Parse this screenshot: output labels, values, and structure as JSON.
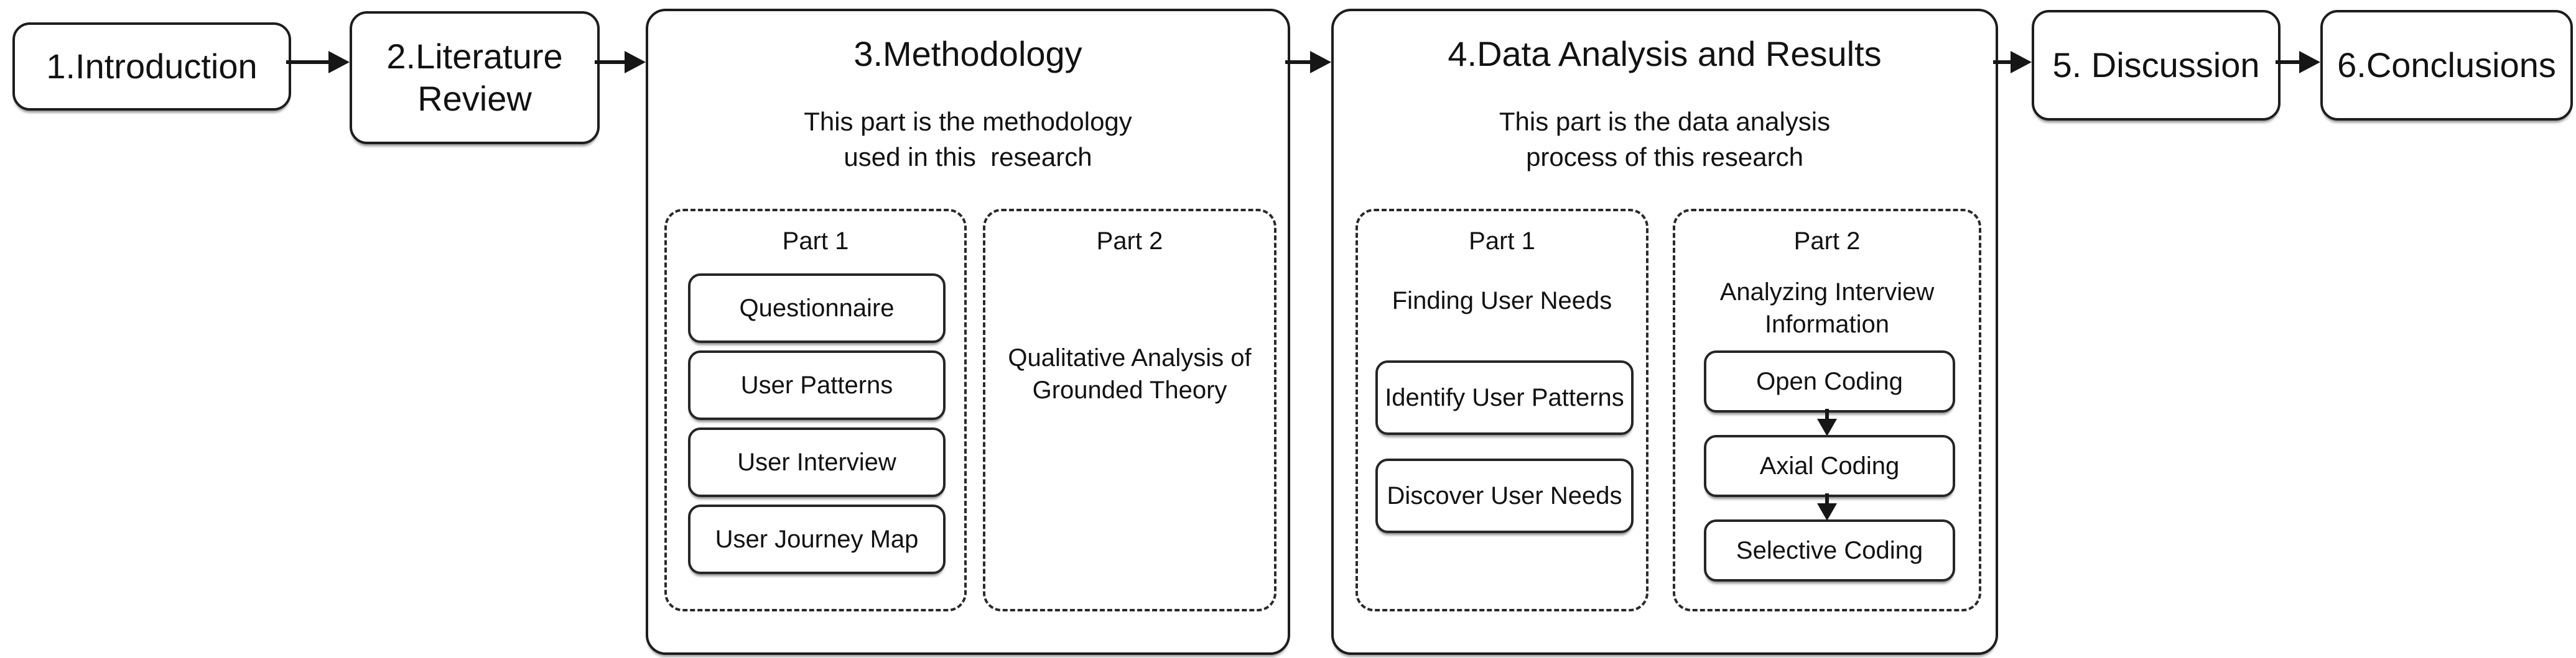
{
  "flow": {
    "step1": {
      "label": "1.Introduction"
    },
    "step2": {
      "label": "2.Literature\nReview"
    },
    "step3": {
      "title": "3.Methodology",
      "subtitle": "This part is the methodology\nused in this  research",
      "part1": {
        "label": "Part 1",
        "items": [
          "Questionnaire",
          "User Patterns",
          "User Interview",
          "User Journey Map"
        ]
      },
      "part2": {
        "label": "Part 2",
        "text": "Qualitative Analysis of\nGrounded Theory"
      }
    },
    "step4": {
      "title": "4.Data Analysis and Results",
      "subtitle": "This part is the data analysis\nprocess of this research",
      "part1": {
        "label": "Part 1",
        "heading": "Finding User Needs",
        "items": [
          "Identify User Patterns",
          "Discover User Needs"
        ]
      },
      "part2": {
        "label": "Part 2",
        "heading": "Analyzing Interview\nInformation",
        "items": [
          "Open Coding",
          "Axial Coding",
          "Selective Coding"
        ]
      }
    },
    "step5": {
      "label": "5. Discussion"
    },
    "step6": {
      "label": "6.Conclusions"
    }
  },
  "colors": {
    "ink": "#161616",
    "background": "#ffffff"
  }
}
